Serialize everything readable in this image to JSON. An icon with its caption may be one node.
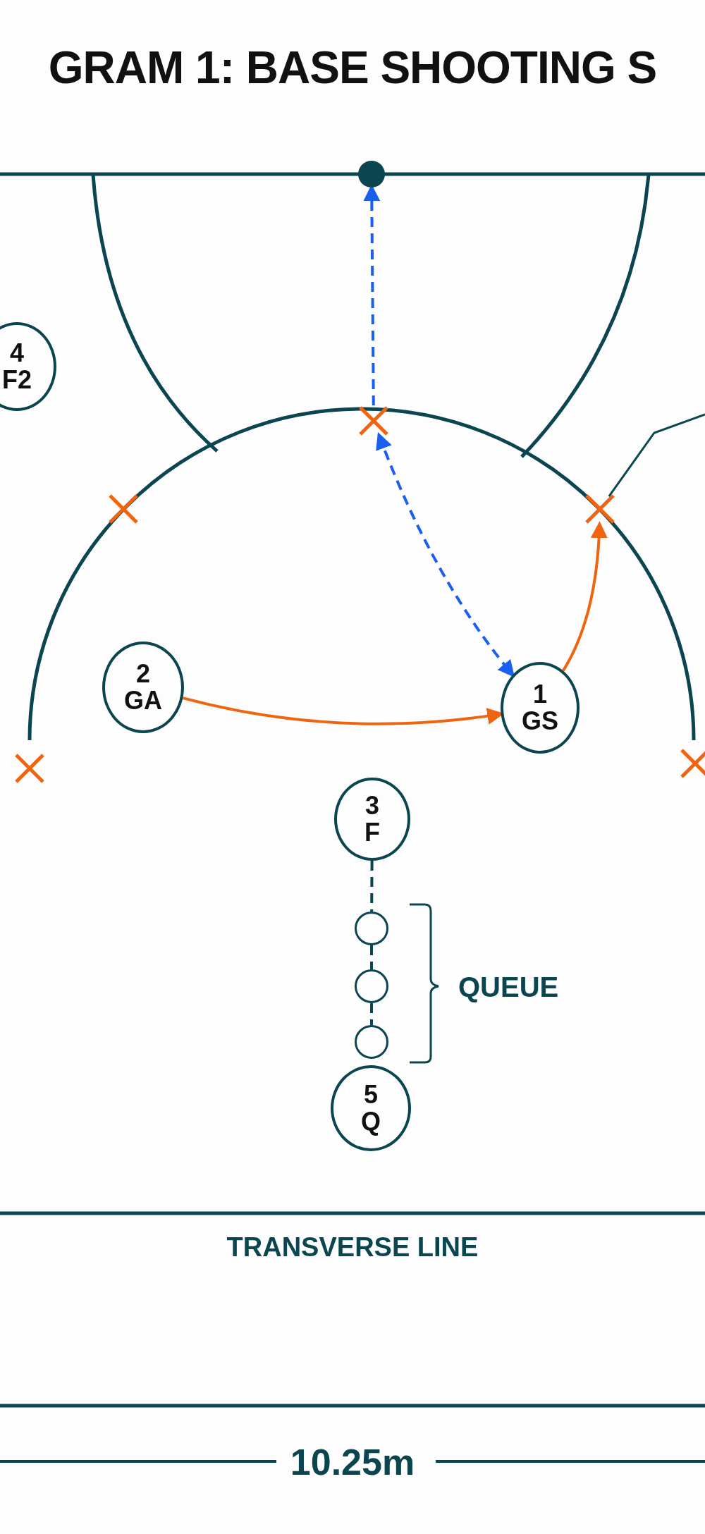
{
  "diagram": {
    "title": "GRAM 1: BASE SHOOTING S",
    "nodes": [
      {
        "text": [],
        "shape": "circle"
      },
      {
        "text": [
          "4",
          "F2"
        ]
      },
      {
        "text": [],
        "shape": "cross"
      },
      {
        "text": [],
        "shape": "cross"
      },
      {
        "text": [],
        "shape": "cross"
      },
      {
        "text": [
          "2",
          "GA"
        ]
      },
      {
        "text": [
          "1",
          "GS"
        ]
      },
      {
        "text": [],
        "shape": "cross"
      },
      {
        "text": [],
        "shape": "cross"
      },
      {
        "text": [
          "3",
          "F"
        ]
      },
      {
        "text": [],
        "shape": "circle"
      },
      {
        "text": [],
        "shape": "circle"
      },
      {
        "text": [],
        "shape": "circle"
      },
      {
        "text": [
          "5",
          "Q"
        ]
      }
    ],
    "edges": [
      {
        "from": 2,
        "to": 0,
        "arrow": "to",
        "style": "dashed",
        "color": "#1a5ff0"
      },
      {
        "from": 2,
        "to": 6,
        "arrow": "both",
        "style": "dashed",
        "color": "#1a5ff0"
      },
      {
        "from": 5,
        "to": 6,
        "arrow": "to",
        "color": "#f0640f"
      },
      {
        "from": 6,
        "to": 4,
        "arrow": "to",
        "color": "#f0640f"
      },
      {
        "from": 9,
        "to": 10,
        "arrow": "none",
        "style": "dashed"
      },
      {
        "from": 10,
        "to": 11,
        "arrow": "none",
        "style": "dashed"
      },
      {
        "from": 11,
        "to": 12,
        "arrow": "none",
        "style": "dashed"
      },
      {
        "from": null,
        "to": 4,
        "arrow": "none"
      }
    ],
    "labels": [
      "QUEUE",
      "TRANSVERSE LINE",
      "10.25m"
    ]
  }
}
